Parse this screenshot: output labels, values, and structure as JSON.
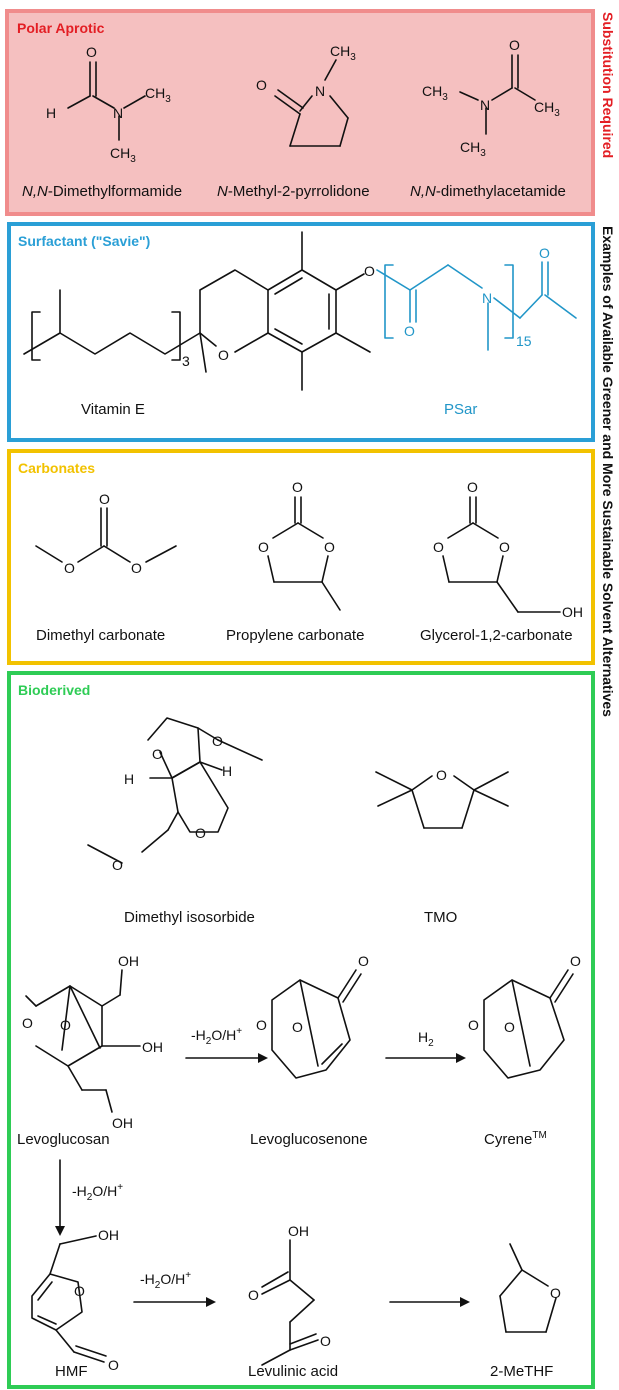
{
  "colors": {
    "polar_aprotic": "#e31e24",
    "polar_aprotic_bg": "#f5c0c0",
    "polar_aprotic_border": "#f08c8c",
    "surfactant": "#2a9fd6",
    "carbonates": "#f2c200",
    "bioderived": "#2ecc55"
  },
  "side_labels": {
    "top": "Substitution Required",
    "main": "Examples of Available Greener and More Sustainable Solvent Alternatives"
  },
  "sections": {
    "polar_aprotic": {
      "title": "Polar Aprotic",
      "compounds": {
        "dmf": {
          "prefix": "N,N",
          "name": "-Dimethylformamide"
        },
        "nmp": {
          "prefix": "N",
          "name": "-Methyl-2-pyrrolidone"
        },
        "dmac": {
          "prefix": "N,N",
          "name": "-dimethylacetamide"
        }
      }
    },
    "surfactant": {
      "title": "Surfactant (\"Savie\")",
      "vitamin_e": "Vitamin E",
      "psar": "PSar",
      "repeat_vitamin": "3",
      "repeat_psar": "15"
    },
    "carbonates": {
      "title": "Carbonates",
      "compounds": [
        "Dimethyl carbonate",
        "Propylene carbonate",
        "Glycerol-1,2-carbonate"
      ]
    },
    "bioderived": {
      "title": "Bioderived",
      "compounds": {
        "isosorbide": "Dimethyl isosorbide",
        "tmo": "TMO",
        "levoglucosan": "Levoglucosan",
        "levoglucosenone": "Levoglucosenone",
        "cyrene": "Cyrene",
        "cyrene_tm": "TM",
        "hmf": "HMF",
        "levulinic": "Levulinic acid",
        "methf": "2-MeTHF"
      },
      "reagents": {
        "dehydration": "-H",
        "dehydration_2": "2",
        "dehydration_rest": "O/H",
        "dehydration_plus": "+",
        "hydrogen": "H",
        "hydrogen_sub": "2"
      }
    }
  }
}
